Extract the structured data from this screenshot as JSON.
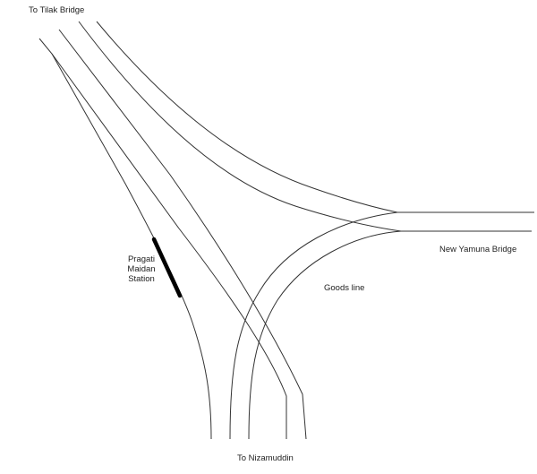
{
  "diagram": {
    "type": "railway-junction-schematic",
    "colors": {
      "track": "#333333",
      "platform": "#000000",
      "text": "#222222",
      "background": "#ffffff"
    },
    "labels": {
      "north": "To Tilak Bridge",
      "south": "To Nizamuddin",
      "east": "New Yamuna Bridge",
      "chord": "Goods line",
      "station_line1": "Pragati",
      "station_line2": "Maidan",
      "station_line3": "Station"
    },
    "directions": [
      {
        "name": "To Tilak Bridge",
        "position": "top-left"
      },
      {
        "name": "New Yamuna Bridge",
        "position": "right"
      },
      {
        "name": "To Nizamuddin",
        "position": "bottom"
      }
    ],
    "features": [
      {
        "name": "Pragati Maidan Station",
        "kind": "station-platform"
      },
      {
        "name": "Goods line",
        "kind": "chord"
      }
    ]
  }
}
